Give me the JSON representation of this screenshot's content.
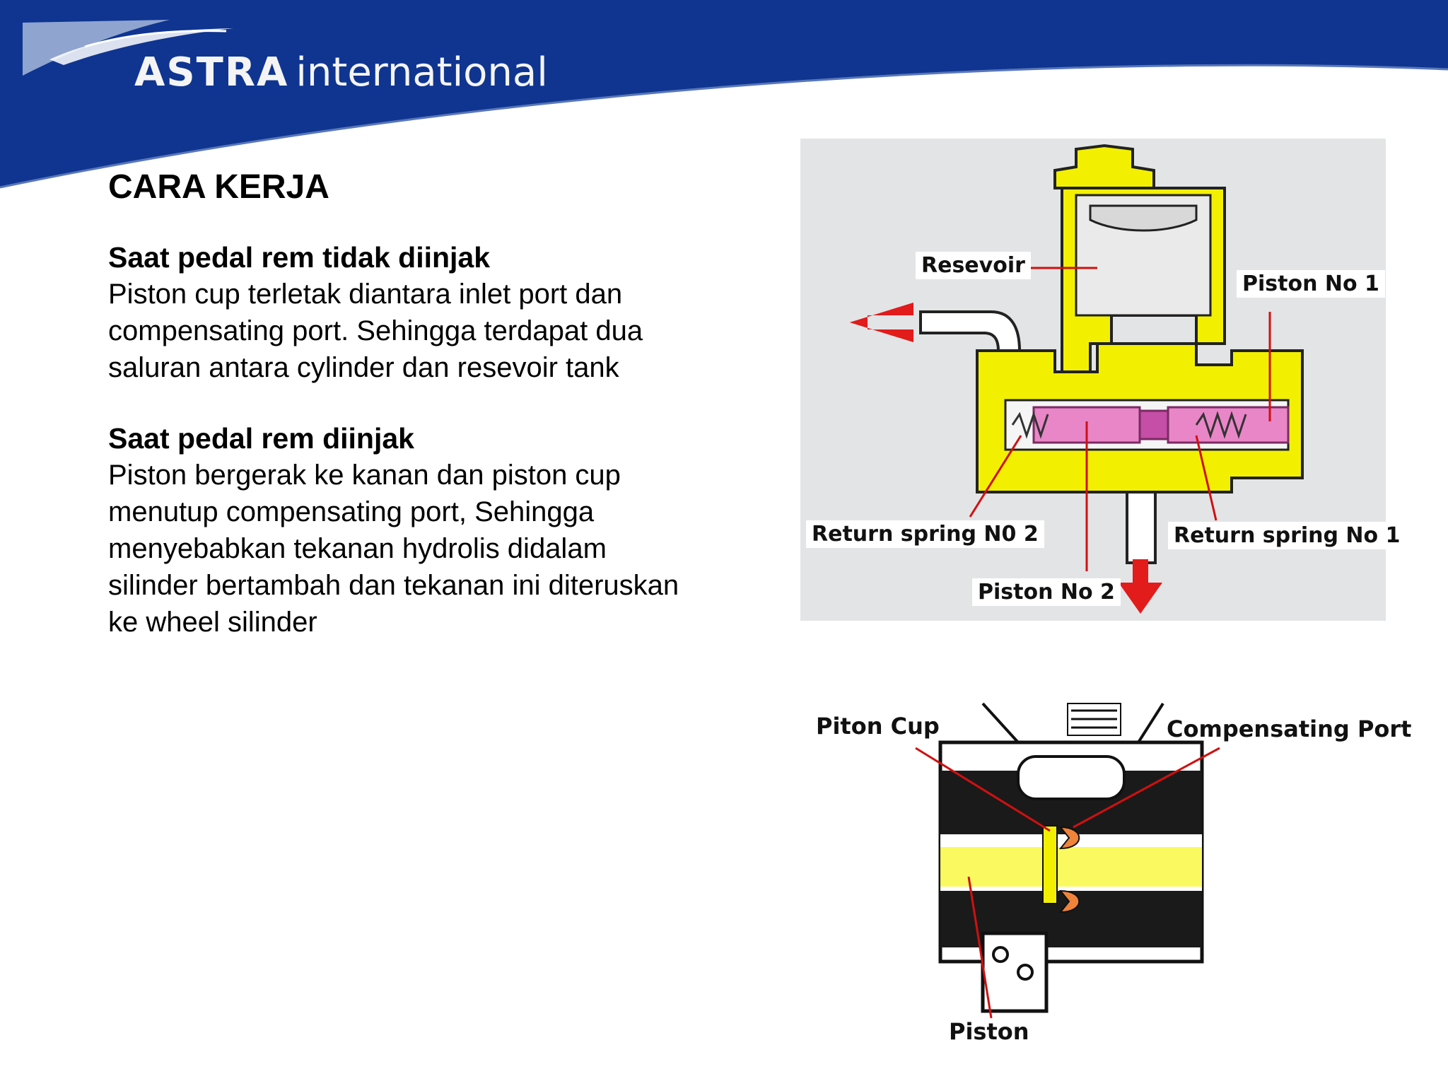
{
  "header": {
    "brand_bold": "ASTRA",
    "brand_light": "international",
    "band_color": "#0f3591"
  },
  "slide": {
    "title": "CARA KERJA",
    "sections": [
      {
        "heading": "Saat pedal rem tidak diinjak",
        "lines": [
          "Piston cup terletak diantara inlet port dan",
          "compensating port. Sehingga terdapat dua",
          "saluran antara cylinder dan resevoir tank"
        ]
      },
      {
        "heading": "Saat pedal rem diinjak",
        "lines": [
          "Piston bergerak ke kanan dan piston cup",
          "menutup compensating port, Sehingga",
          "menyebabkan tekanan hydrolis didalam",
          "silinder bertambah dan tekanan ini diteruskan",
          "ke wheel silinder"
        ]
      }
    ]
  },
  "figure1": {
    "labels": {
      "reservoir": "Resevoir",
      "piston1": "Piston No 1",
      "return_spring_2": "Return spring N0 2",
      "return_spring_1": "Return spring No 1",
      "piston2": "Piston No 2"
    }
  },
  "figure2": {
    "labels": {
      "piston_cup": "Piton  Cup",
      "compensating_port": "Compensating  Port",
      "piston": "Piston"
    }
  }
}
